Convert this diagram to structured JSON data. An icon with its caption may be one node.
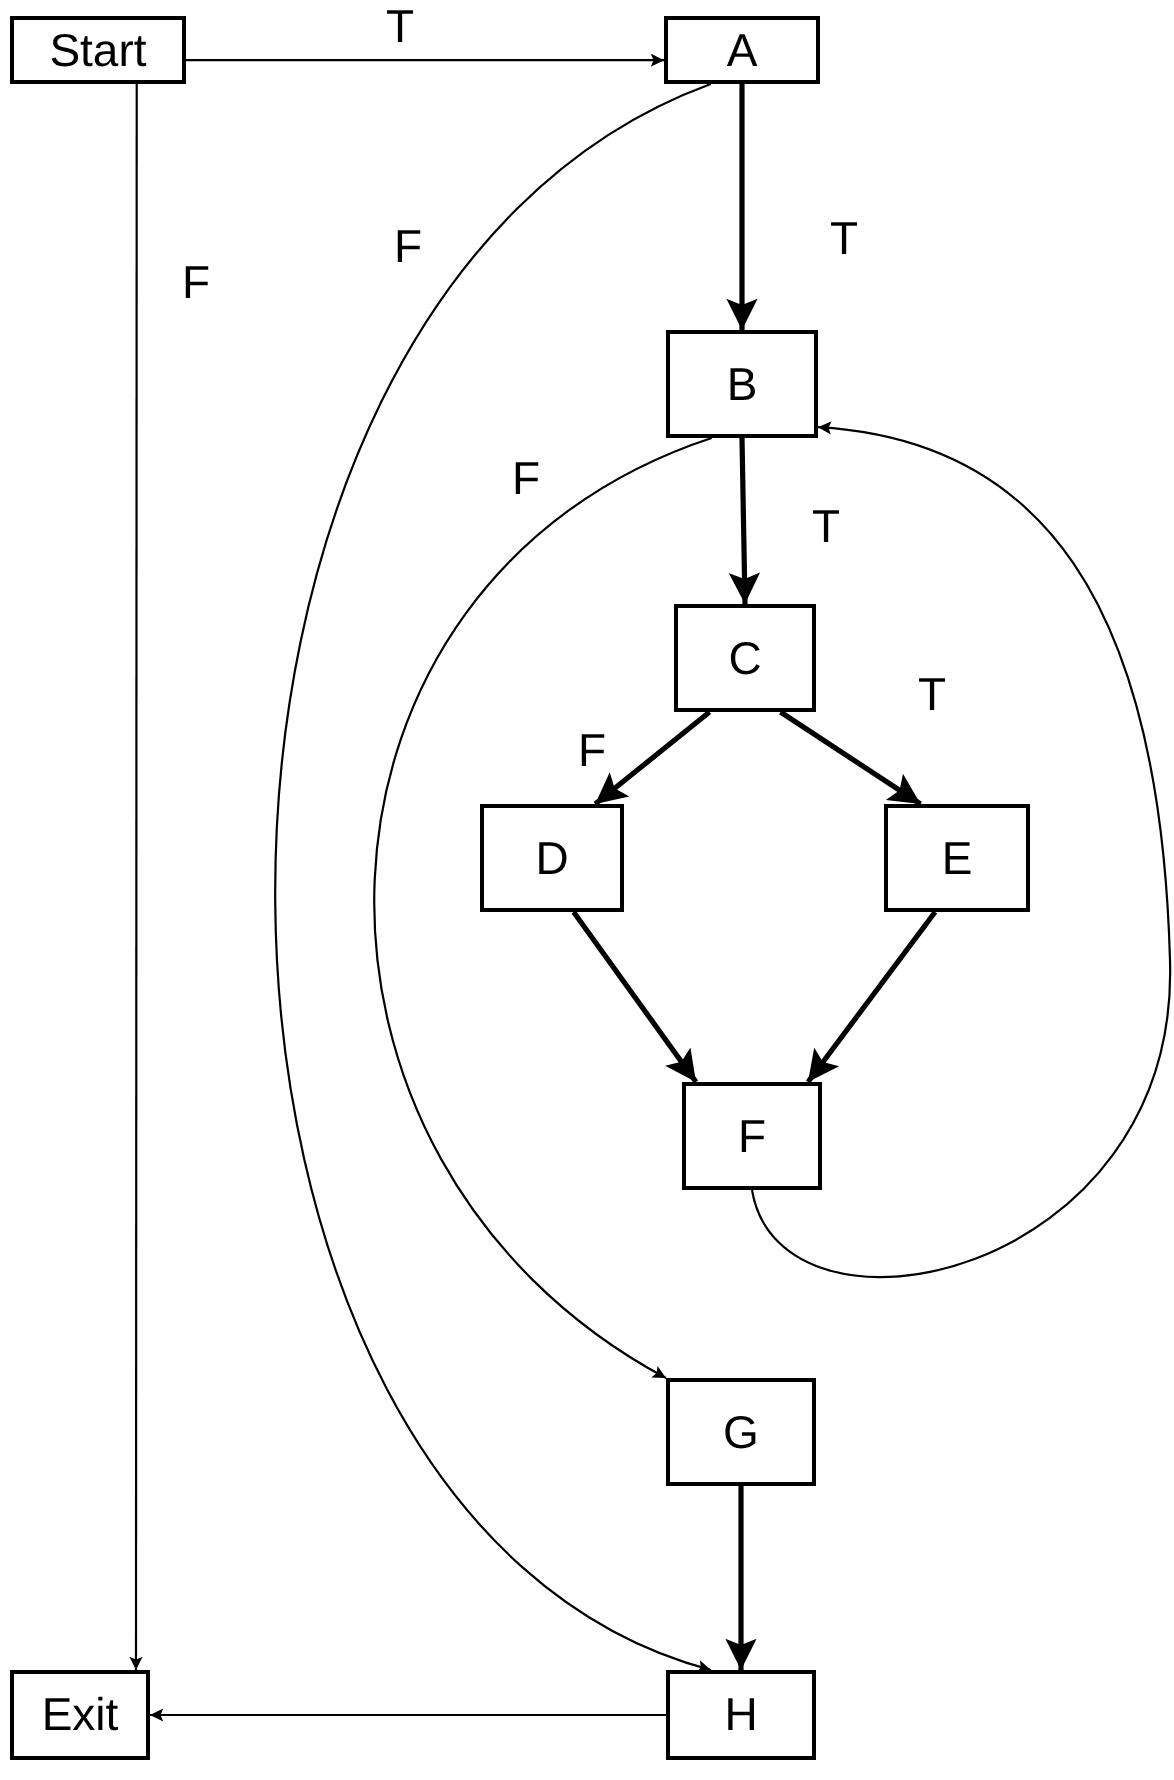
{
  "diagram": {
    "nodes": [
      {
        "text": [
          "Start"
        ]
      },
      {
        "text": [
          "A"
        ]
      },
      {
        "text": [
          "B"
        ]
      },
      {
        "text": [
          "C"
        ]
      },
      {
        "text": [
          "D"
        ]
      },
      {
        "text": [
          "E"
        ]
      },
      {
        "text": [
          "F"
        ]
      },
      {
        "text": [
          "G"
        ]
      },
      {
        "text": [
          "H"
        ]
      },
      {
        "text": [
          "Exit"
        ]
      }
    ],
    "edges": [
      {
        "from": 0,
        "to": 1,
        "arrow": "to",
        "label": "T"
      },
      {
        "from": 0,
        "to": 9,
        "arrow": "to",
        "label": "F"
      },
      {
        "from": 1,
        "to": 8,
        "arrow": "to",
        "label": "F"
      },
      {
        "from": 1,
        "to": 2,
        "arrow": "to",
        "label": "T"
      },
      {
        "from": 2,
        "to": 7,
        "arrow": "to",
        "label": "F"
      },
      {
        "from": 2,
        "to": 3,
        "arrow": "to",
        "label": "T"
      },
      {
        "from": 3,
        "to": 4,
        "arrow": "to",
        "label": "F"
      },
      {
        "from": 3,
        "to": 5,
        "arrow": "to",
        "label": "T"
      },
      {
        "from": 4,
        "to": 6,
        "arrow": "to"
      },
      {
        "from": 5,
        "to": 6,
        "arrow": "to"
      },
      {
        "from": 6,
        "to": 2,
        "arrow": "to"
      },
      {
        "from": 7,
        "to": 8,
        "arrow": "to"
      },
      {
        "from": 8,
        "to": 9,
        "arrow": "to"
      }
    ]
  }
}
